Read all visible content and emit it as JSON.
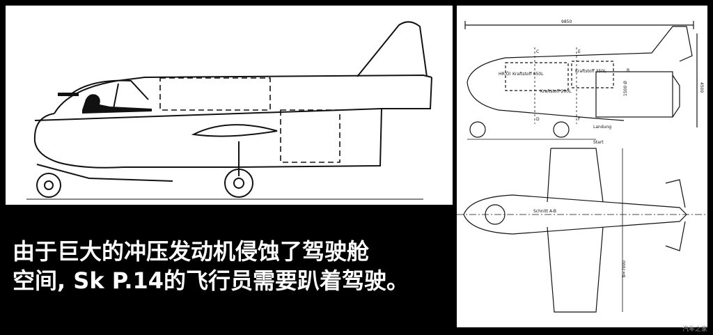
{
  "caption": {
    "line1": "由于巨大的冲压发动机侵蚀了驾驶舱",
    "line2": "空间, Sk P.14的飞行员需要趴着驾驶。"
  },
  "drawing_labels": {
    "overall_length": "9850",
    "height_right": "4500",
    "c": "C",
    "d": "D",
    "e": "E",
    "f": "F",
    "b": "B",
    "tank1": "Kraftstoff 650L",
    "tank2": "Kraftstoff 350L",
    "tank3": "Kraftstoff 200L",
    "hr_oil": "HR-Öl",
    "diameter": "1500 Ø",
    "landing": "Landung",
    "start": "Start",
    "section": "Schnitt A-B",
    "span": "b=7000"
  },
  "watermark": "汽车之家"
}
